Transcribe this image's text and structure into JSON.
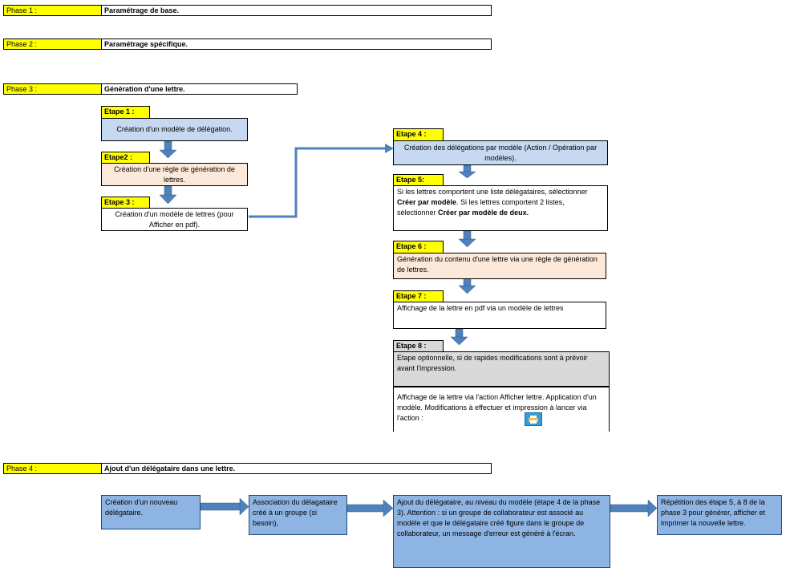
{
  "phases": [
    {
      "label": "Phase 1 :",
      "title": "Paramétrage de base."
    },
    {
      "label": "Phase 2 :",
      "title": "Paramétrage spécifique."
    },
    {
      "label": "Phase 3 :",
      "title": "Génération d'une lettre."
    },
    {
      "label": "Phase 4 :",
      "title": "Ajout d'un délégataire dans une lettre."
    }
  ],
  "etapes_left": [
    {
      "label": "Etape 1 :",
      "text": "Création d'un modèle de délégation."
    },
    {
      "label": "Etape2 :",
      "text": "Création d'une règle de génération de lettres."
    },
    {
      "label": "Etape 3 :",
      "text": "Création d'un modèle de lettres (pour Afficher en pdf)."
    }
  ],
  "etape4": {
    "label": "Etape 4 :",
    "text": "Création des délégations par modèle (Action / Opération par modèles)."
  },
  "etape5": {
    "label": "Etape 5:",
    "t1": "Si les lettres comportent une liste délégataires, sélectionner ",
    "b1": "Créer par modèle",
    "t2": ". Si les lettres comportent 2 listes, sélectionner ",
    "b2": "Créer par modèle de deux."
  },
  "etape6": {
    "label": "Etape 6 :",
    "text": "Génération du contenu d'une lettre via une règle de génération de lettres."
  },
  "etape7": {
    "label": "Etape 7 :",
    "text": "Affichage de la lettre en pdf via un modèle de lettres"
  },
  "etape8": {
    "label": "Etape 8 :",
    "text_top": "Etape optionnelle, si de rapides modifications sont à prévoir avant l'impression.",
    "text_bottom": "Affichage de la lettre via l'action Afficher lettre. Application d'un modèle. Modifications à effectuer et impression à lancer via l'action  :"
  },
  "phase4_boxes": [
    {
      "text": "Création d'un nouveau délégataire."
    },
    {
      "text": "Association du délagataire créé à un groupe (si besoin),"
    },
    {
      "text": "Ajout du délégataire, au niveau du modèle (étape 4 de la phase 3). Attention :  si un groupe de collaborateur est associé au modèle et que le délégataire créé figure dans le groupe de collaborateur, un message d'erreur est généré à l'écran."
    },
    {
      "text": "Répétition des étape 5, à 8 de la phase 3 pour générer, afficher et imprimer la nouvelle lettre."
    }
  ],
  "icons": {
    "print_action": "print-icon"
  },
  "colors": {
    "phase_label": "#ffff00",
    "box_blue": "#c6d9f1",
    "box_peach": "#fde9d9",
    "box_grey": "#d9d9d9",
    "box_darkblue": "#8db4e2",
    "arrow": "#4f81bd"
  }
}
